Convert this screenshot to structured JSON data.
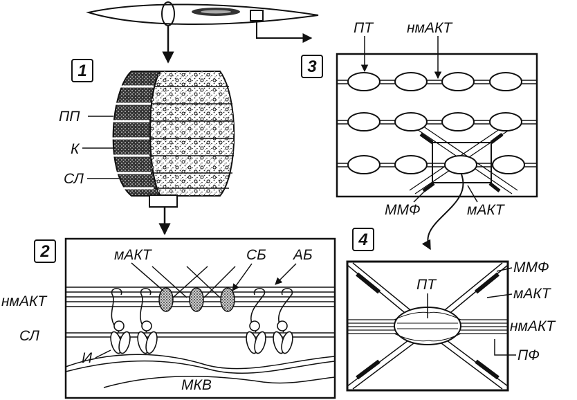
{
  "panels": [
    {
      "number": "1"
    },
    {
      "number": "2"
    },
    {
      "number": "3"
    },
    {
      "number": "4"
    }
  ],
  "panel1": {
    "labels": {
      "pp": "ПП",
      "k": "К",
      "sl": "СЛ"
    }
  },
  "panel2": {
    "labels": {
      "makt": "мАКТ",
      "sb": "СБ",
      "ab": "АБ",
      "nmakt": "нмАКТ",
      "sl": "СЛ",
      "i": "И",
      "mkv": "МКВ"
    }
  },
  "panel3": {
    "labels": {
      "pt": "ПТ",
      "nmakt": "нмАКТ",
      "mmf": "ММФ",
      "makt": "мАКТ"
    }
  },
  "panel4": {
    "labels": {
      "pt": "ПТ",
      "mmf": "ММФ",
      "makt": "мАКТ",
      "nmakt": "нмАКТ",
      "pf": "ПФ"
    }
  }
}
